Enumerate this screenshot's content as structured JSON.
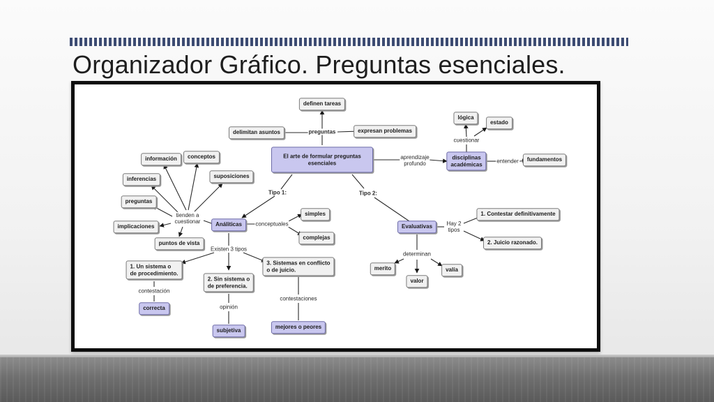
{
  "slide": {
    "title": "Organizador Gráfico. Preguntas esenciales."
  },
  "colors": {
    "stripe": "#3c4b72",
    "frame": "#0d0d0d",
    "node_default": "#f1f1f1",
    "node_highlight": "#c9c7ef"
  },
  "diagram": {
    "nodes": {
      "central": "El arte de formular preguntas esenciales",
      "definen_tareas": "definen tareas",
      "delimitan_asuntos": "delimitan asuntos",
      "expresan_problemas": "expresan problemas",
      "disciplinas": "disciplinas\nacadémicas",
      "logica": "lógica",
      "estado": "estado",
      "fundamentos": "fundamentos",
      "informacion": "información",
      "conceptos": "conceptos",
      "inferencias": "inferencias",
      "suposiciones": "suposiciones",
      "preguntas": "preguntas",
      "implicaciones": "implicaciones",
      "puntos_de_vista": "puntos de vista",
      "analiticas": "Análiticas",
      "simples": "simples",
      "complejas": "complejas",
      "evaluativas": "Evaluativas",
      "contestar": "1. Contestar definitivamente",
      "juicio": "2. Juicio razonado.",
      "merito": "merito",
      "valor": "valor",
      "valia": "valía",
      "sistema_procedimiento": "1. Un sistema o\nde procedimiento.",
      "sin_sistema": "2. Sin sistema o\nde preferencia.",
      "sistemas_conflicto": "3. Sistemas en conflicto\no de juicio.",
      "correcta": "correcta",
      "subjetiva": "subjetiva",
      "mejores_peores": "mejores o peores"
    },
    "links": {
      "preguntas": "preguntas",
      "aprendizaje": "aprendizaje\nprofundo",
      "cuestionar": "cuestionar",
      "entender": "entender",
      "tipo1": "Tipo 1:",
      "tipo2": "Tipo 2:",
      "tienden": "tienden a\ncuestionar",
      "conceptuales": "conceptuales",
      "hay2": "Hay 2\ntipos",
      "existen": "Existen 3 tipos",
      "determinan": "determinan",
      "contestacion": "contestación",
      "opinion": "opinión",
      "contestaciones": "contestaciones"
    }
  }
}
